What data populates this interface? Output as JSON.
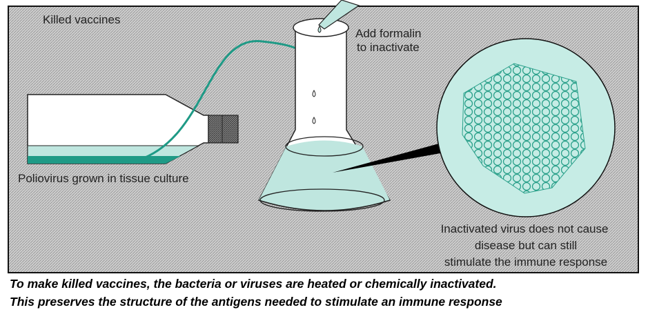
{
  "diagram": {
    "title": "Killed vaccines",
    "labels": {
      "formalin_line1": "Add formalin",
      "formalin_line2": "to inactivate",
      "culture": "Poliovirus grown in tissue culture",
      "virus_line1": "Inactivated virus does not cause",
      "virus_line2": "disease but can still",
      "virus_line3": "stimulate the immune response"
    },
    "colors": {
      "background": "#c4c4c4",
      "teal_dark": "#1f9a86",
      "teal_light": "#bfe6df"
    }
  },
  "caption": {
    "line1": "To make killed vaccines, the bacteria or viruses are heated or chemically inactivated.",
    "line2": "This preserves the structure of the antigens needed to stimulate an immune response"
  }
}
